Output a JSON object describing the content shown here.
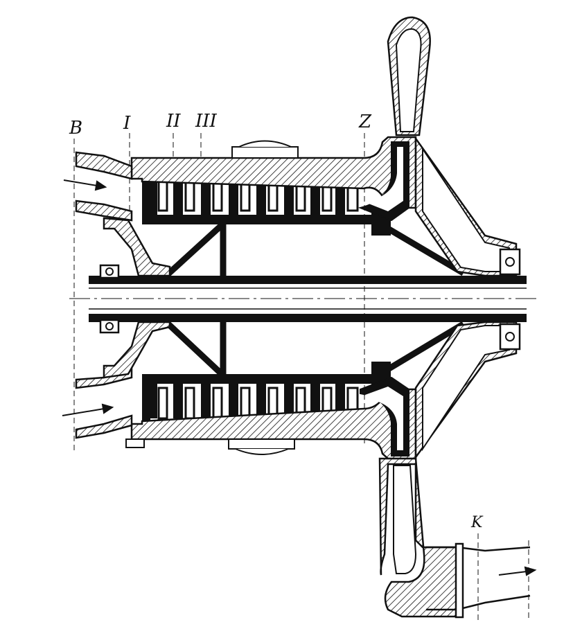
{
  "labels": {
    "inlet": "B",
    "section_1": "I",
    "section_2": "II",
    "section_3": "III",
    "exit_z": "Z",
    "outlet_k": "K"
  },
  "colors": {
    "ink": "#111111",
    "paper": "#ffffff"
  }
}
